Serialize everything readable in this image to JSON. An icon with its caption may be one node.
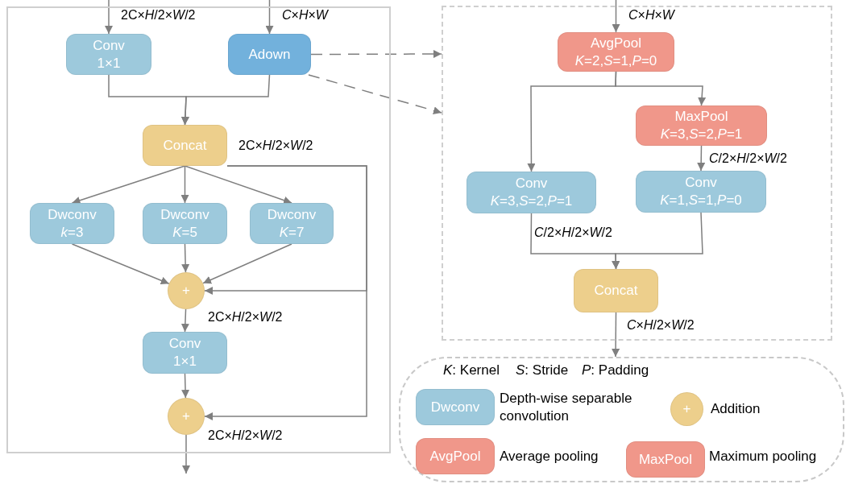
{
  "diagram": {
    "nodes": [
      {
        "text": [],
        "shape": "box"
      },
      {
        "text": [
          "Conv",
          "1×1"
        ],
        "in": 0
      },
      {
        "text": [
          "Adown"
        ],
        "in": 0
      },
      {
        "text": [
          "Concat"
        ],
        "in": 0
      },
      {
        "text": [
          "Dwconv",
          "*k*=3"
        ],
        "in": 0
      },
      {
        "text": [
          "Dwconv",
          "*K*=5"
        ],
        "in": 0
      },
      {
        "text": [
          "Dwconv",
          "*K*=7"
        ],
        "in": 0
      },
      {
        "text": [
          "+"
        ],
        "in": 0
      },
      {
        "text": [
          "Conv",
          "1×1"
        ],
        "in": 0
      },
      {
        "text": [
          "+"
        ],
        "in": 0
      },
      {
        "text": [],
        "shape": "box"
      },
      {
        "text": [
          "AvgPool",
          "*K*=2,*S*=1,*P*=0"
        ],
        "in": 10
      },
      {
        "text": [
          "MaxPool",
          "*K*=3,*S*=2,*P*=1"
        ],
        "in": 10
      },
      {
        "text": [
          "Conv",
          "*K*=3,*S*=2,*P*=1"
        ],
        "in": 10
      },
      {
        "text": [
          "Conv",
          "*K*=1,*S*=1,*P*=0"
        ],
        "in": 10
      },
      {
        "text": [
          "Concat"
        ],
        "in": 10
      },
      {
        "text": [],
        "shape": "box"
      },
      {
        "text": [
          "Dwconv"
        ],
        "in": 16,
        "beside": [
          "Depth-wise separable convolution"
        ]
      },
      {
        "text": [
          "+"
        ],
        "in": 16,
        "beside": [
          "Addition"
        ]
      },
      {
        "text": [
          "AvgPool"
        ],
        "in": 16,
        "beside": [
          "Average pooling"
        ]
      },
      {
        "text": [
          "MaxPool"
        ],
        "in": 16,
        "beside": [
          "Maximum pooling"
        ]
      }
    ],
    "edges": [
      {
        "from": null,
        "to": 1,
        "arrow": "to",
        "label": "2C×*H*/2×*W*/2"
      },
      {
        "from": null,
        "to": 2,
        "arrow": "to",
        "label": "*C*×*H*×*W*"
      },
      {
        "from": 1,
        "to": 3,
        "arrow": "to"
      },
      {
        "from": 2,
        "to": 3,
        "arrow": "to"
      },
      {
        "from": 3,
        "to": 4,
        "arrow": "to"
      },
      {
        "from": 3,
        "to": 5,
        "arrow": "to"
      },
      {
        "from": 3,
        "to": 6,
        "arrow": "to"
      },
      {
        "from": 4,
        "to": 7,
        "arrow": "to"
      },
      {
        "from": 5,
        "to": 7,
        "arrow": "to"
      },
      {
        "from": 6,
        "to": 7,
        "arrow": "to"
      },
      {
        "from": 3,
        "to": 7,
        "arrow": "to",
        "label": "2C×*H*/2×*W*/2"
      },
      {
        "from": 7,
        "to": 8,
        "arrow": "to",
        "label": "2C×*H*/2×*W*/2"
      },
      {
        "from": 8,
        "to": 9,
        "arrow": "to"
      },
      {
        "from": 3,
        "to": 9,
        "arrow": "to"
      },
      {
        "from": 9,
        "to": null,
        "arrow": "to",
        "label": "2C×*H*/2×*W*/2"
      },
      {
        "from": 2,
        "to": 10,
        "arrow": "to",
        "style": "dashed"
      },
      {
        "from": 2,
        "to": 10,
        "arrow": "to",
        "style": "dashed"
      },
      {
        "from": null,
        "to": 11,
        "arrow": "to",
        "label": "*C*×*H*×*W*"
      },
      {
        "from": 11,
        "to": 13,
        "arrow": "to"
      },
      {
        "from": 11,
        "to": 12,
        "arrow": "to"
      },
      {
        "from": 12,
        "to": 14,
        "arrow": "to",
        "label": "*C*/2×*H*/2×*W*/2"
      },
      {
        "from": 13,
        "to": 15,
        "arrow": "to",
        "label": "*C*/2×*H*/2×*W*/2"
      },
      {
        "from": 14,
        "to": 15,
        "arrow": "to"
      },
      {
        "from": 15,
        "to": 16,
        "arrow": "to",
        "label": "*C*×*H*/2×*W*/2"
      }
    ],
    "labels": [
      "*K*: Kernel",
      "*S*: Stride",
      "*P*: Padding"
    ]
  }
}
